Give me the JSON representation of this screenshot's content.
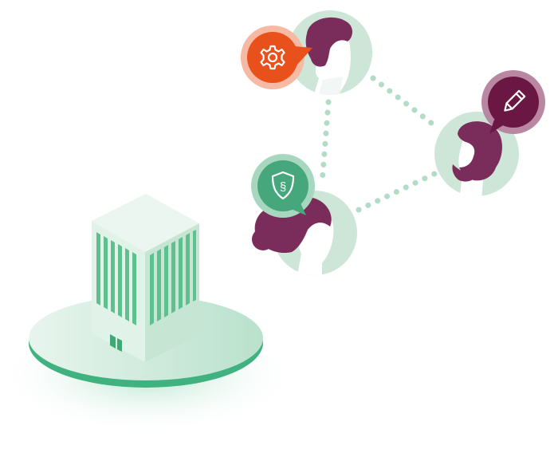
{
  "illustration": {
    "colors": {
      "background": "#ffffff",
      "platform_green": "#3fb27f",
      "platform_light": "#dcefe4",
      "building_light": "#e3f3ea",
      "building_mid": "#cfe9da",
      "building_stripe": "#6bc79a",
      "avatar_circle": "#cde6d8",
      "hair_dark": "#7a2d5a",
      "connector_dots": "#b3dcc7",
      "settings_badge": "#e8511c",
      "settings_ring": "#f6b9a3",
      "shield_badge": "#46a77c",
      "shield_ring": "#a8d7c0",
      "pencil_badge": "#6b1744",
      "pencil_ring": "#b987a2"
    },
    "icons": {
      "settings": "gear-icon",
      "legal": "shield-paragraph-icon",
      "edit": "pencil-icon"
    },
    "shield_symbol": "§",
    "people": [
      "top-person",
      "left-person",
      "right-person"
    ]
  }
}
